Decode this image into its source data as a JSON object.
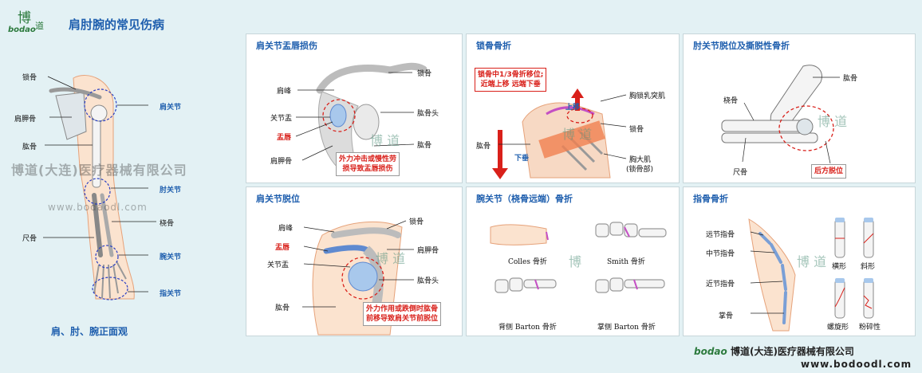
{
  "header": {
    "logo_mark": "博",
    "logo_mark2": "道",
    "logo_en": "bodao",
    "title": "肩肘腕的常见伤病"
  },
  "arm_view": {
    "labels": [
      "锁骨",
      "肩胛骨",
      "肱骨",
      "桡骨",
      "尺骨"
    ],
    "joints": [
      "肩关节",
      "肘关节",
      "腕关节",
      "指关节"
    ],
    "watermark_company": "博道(大连)医疗器械有限公司",
    "watermark_url": "www.bodaodl.com",
    "caption": "肩、肘、腕正面观"
  },
  "panels": {
    "labrum": {
      "title": "肩关节盂唇损伤",
      "labels": {
        "acromion": "肩峰",
        "clavicle": "锁骨",
        "glenoid": "关节盂",
        "labrum": "盂唇",
        "humeral_head": "肱骨头",
        "humerus": "肱骨",
        "scapula": "肩胛骨"
      },
      "note": [
        "外力冲击或慢性劳",
        "损导致盂唇损伤"
      ]
    },
    "clavicle": {
      "title": "锁骨骨折",
      "note": [
        "锁骨中1/3骨折移位;",
        "近端上移   远端下垂"
      ],
      "labels": {
        "scm": "胸锁乳突肌",
        "clavicle": "锁骨",
        "humerus": "肱骨",
        "pectoralis": "胸大肌",
        "pectoralis_sub": "(锁骨部)",
        "up": "上移",
        "down": "下垂"
      }
    },
    "elbow": {
      "title": "肘关节脱位及撕脱性骨折",
      "labels": {
        "humerus": "肱骨",
        "radius": "桡骨",
        "ulna": "尺骨"
      },
      "note": "后方脱位"
    },
    "dislocation": {
      "title": "肩关节脱位",
      "labels": {
        "acromion": "肩峰",
        "clavicle": "锁骨",
        "labrum": "盂唇",
        "scapula": "肩胛骨",
        "glenoid": "关节盂",
        "humeral_head": "肱骨头",
        "humerus": "肱骨"
      },
      "note": [
        "外力作用或跌倒时肱骨",
        "前移导致肩关节前脱位"
      ]
    },
    "wrist": {
      "title": "腕关节（桡骨远端）骨折",
      "types": [
        "Colles 骨折",
        "Smith 骨折",
        "背侧 Barton 骨折",
        "掌侧 Barton 骨折"
      ]
    },
    "finger": {
      "title": "指骨骨折",
      "labels": [
        "远节指骨",
        "中节指骨",
        "近节指骨",
        "掌骨"
      ],
      "types": [
        "横形",
        "斜形",
        "螺旋形",
        "粉碎性"
      ]
    }
  },
  "footer": {
    "logo_en": "bodao",
    "company": "博道(大连)医疗器械有限公司",
    "url": "www.bodoodl.com"
  },
  "colors": {
    "title_blue": "#1f5fae",
    "accent_red": "#d9201a",
    "background": "#e3f1f4",
    "bone_blue": "#a8c8ec"
  }
}
